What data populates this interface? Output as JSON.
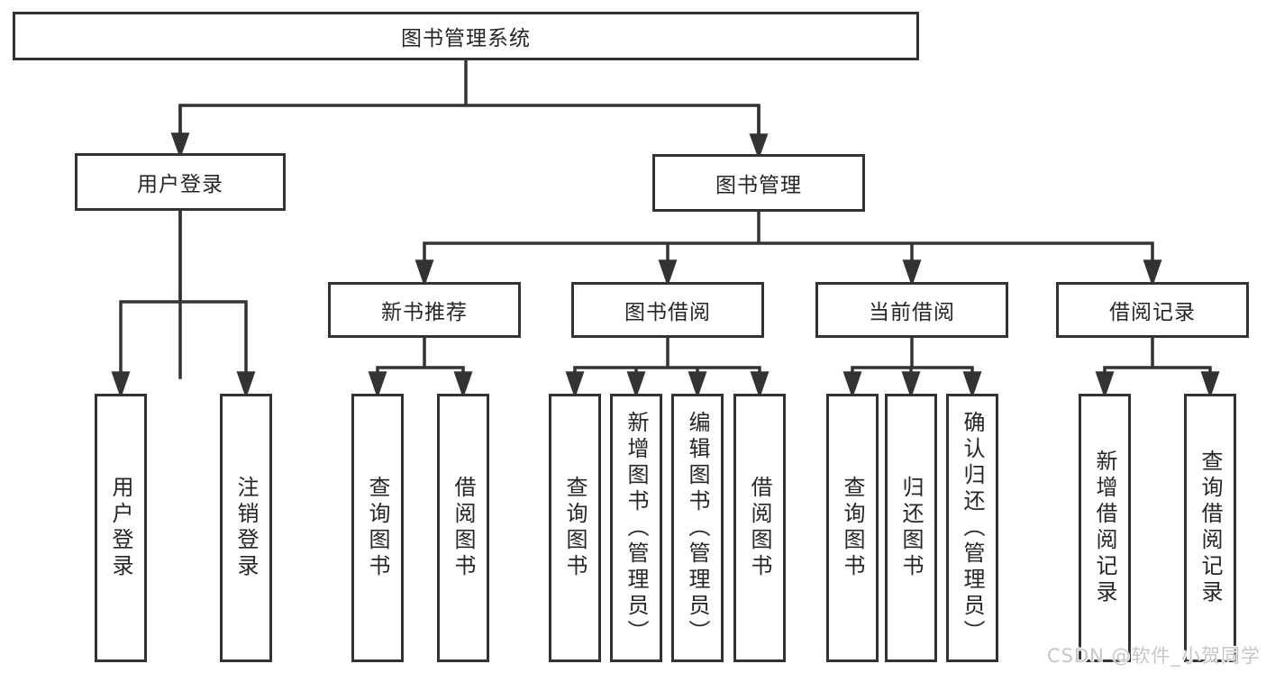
{
  "diagram": {
    "root": {
      "label": "图书管理系统"
    },
    "level2": {
      "user_login": {
        "label": "用户登录"
      },
      "book_management": {
        "label": "图书管理"
      }
    },
    "level3": {
      "new_book_recommend": {
        "label": "新书推荐"
      },
      "book_borrow": {
        "label": "图书借阅"
      },
      "current_borrow": {
        "label": "当前借阅"
      },
      "borrow_records": {
        "label": "借阅记录"
      }
    },
    "leaves": {
      "user": [
        "用户登录",
        "注销登录"
      ],
      "recommend": [
        "查询图书",
        "借阅图书"
      ],
      "borrow": [
        "查询图书",
        "新增图书（管理员）",
        "编辑图书（管理员）",
        "借阅图书"
      ],
      "current": [
        "查询图书",
        "归还图书",
        "确认归还（管理员）"
      ],
      "records": [
        "新增借阅记录",
        "查询借阅记录"
      ]
    }
  },
  "watermark": {
    "text": "CSDN @软件_小贺同学",
    "color": "#c6c6c6"
  },
  "colors": {
    "line": "#333333",
    "box_border": "#333333",
    "text": "#262626",
    "background": "#ffffff"
  }
}
